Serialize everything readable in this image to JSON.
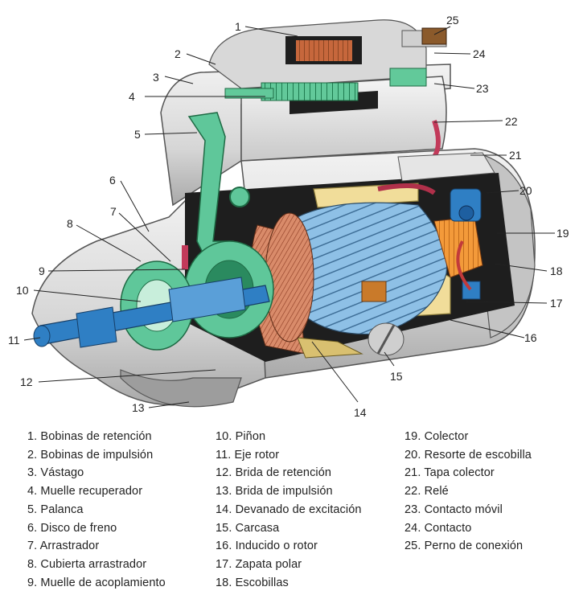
{
  "diagram": {
    "callouts": [
      "1",
      "2",
      "3",
      "4",
      "5",
      "6",
      "7",
      "8",
      "9",
      "10",
      "11",
      "12",
      "13",
      "14",
      "15",
      "16",
      "17",
      "18",
      "19",
      "20",
      "21",
      "22",
      "23",
      "24",
      "25"
    ]
  },
  "legend": {
    "columns": [
      [
        "1. Bobinas de retención",
        "2. Bobinas de impulsión",
        "3. Vástago",
        "4. Muelle recuperador",
        "5. Palanca",
        "6. Disco de freno",
        "7. Arrastrador",
        "8. Cubierta arrastrador",
        "9. Muelle de acoplamiento"
      ],
      [
        "10. Piñon",
        "11. Eje rotor",
        "12. Brida de retención",
        "13. Brida de impulsión",
        "14. Devanado de excitación",
        "15. Carcasa",
        "16. Inducido o rotor",
        "17. Zapata polar",
        "18. Escobillas"
      ],
      [
        "19. Colector",
        "20. Resorte de escobilla",
        "21. Tapa colector",
        "22. Relé",
        "23. Contacto móvil",
        "24. Contacto",
        "25. Perno de conexión"
      ]
    ]
  },
  "colors": {
    "housing": "#dcdcdc",
    "housing_dark": "#9a9a9a",
    "lever_green": "#5fc79a",
    "coil_copper": "#c0653c",
    "rotor_blue": "#7fb0d8",
    "shaft_blue": "#2f7fc4",
    "brush_orange": "#f08a2a",
    "winding_yellow": "#f1dd9a",
    "interior_dark": "#1e1e1e"
  }
}
